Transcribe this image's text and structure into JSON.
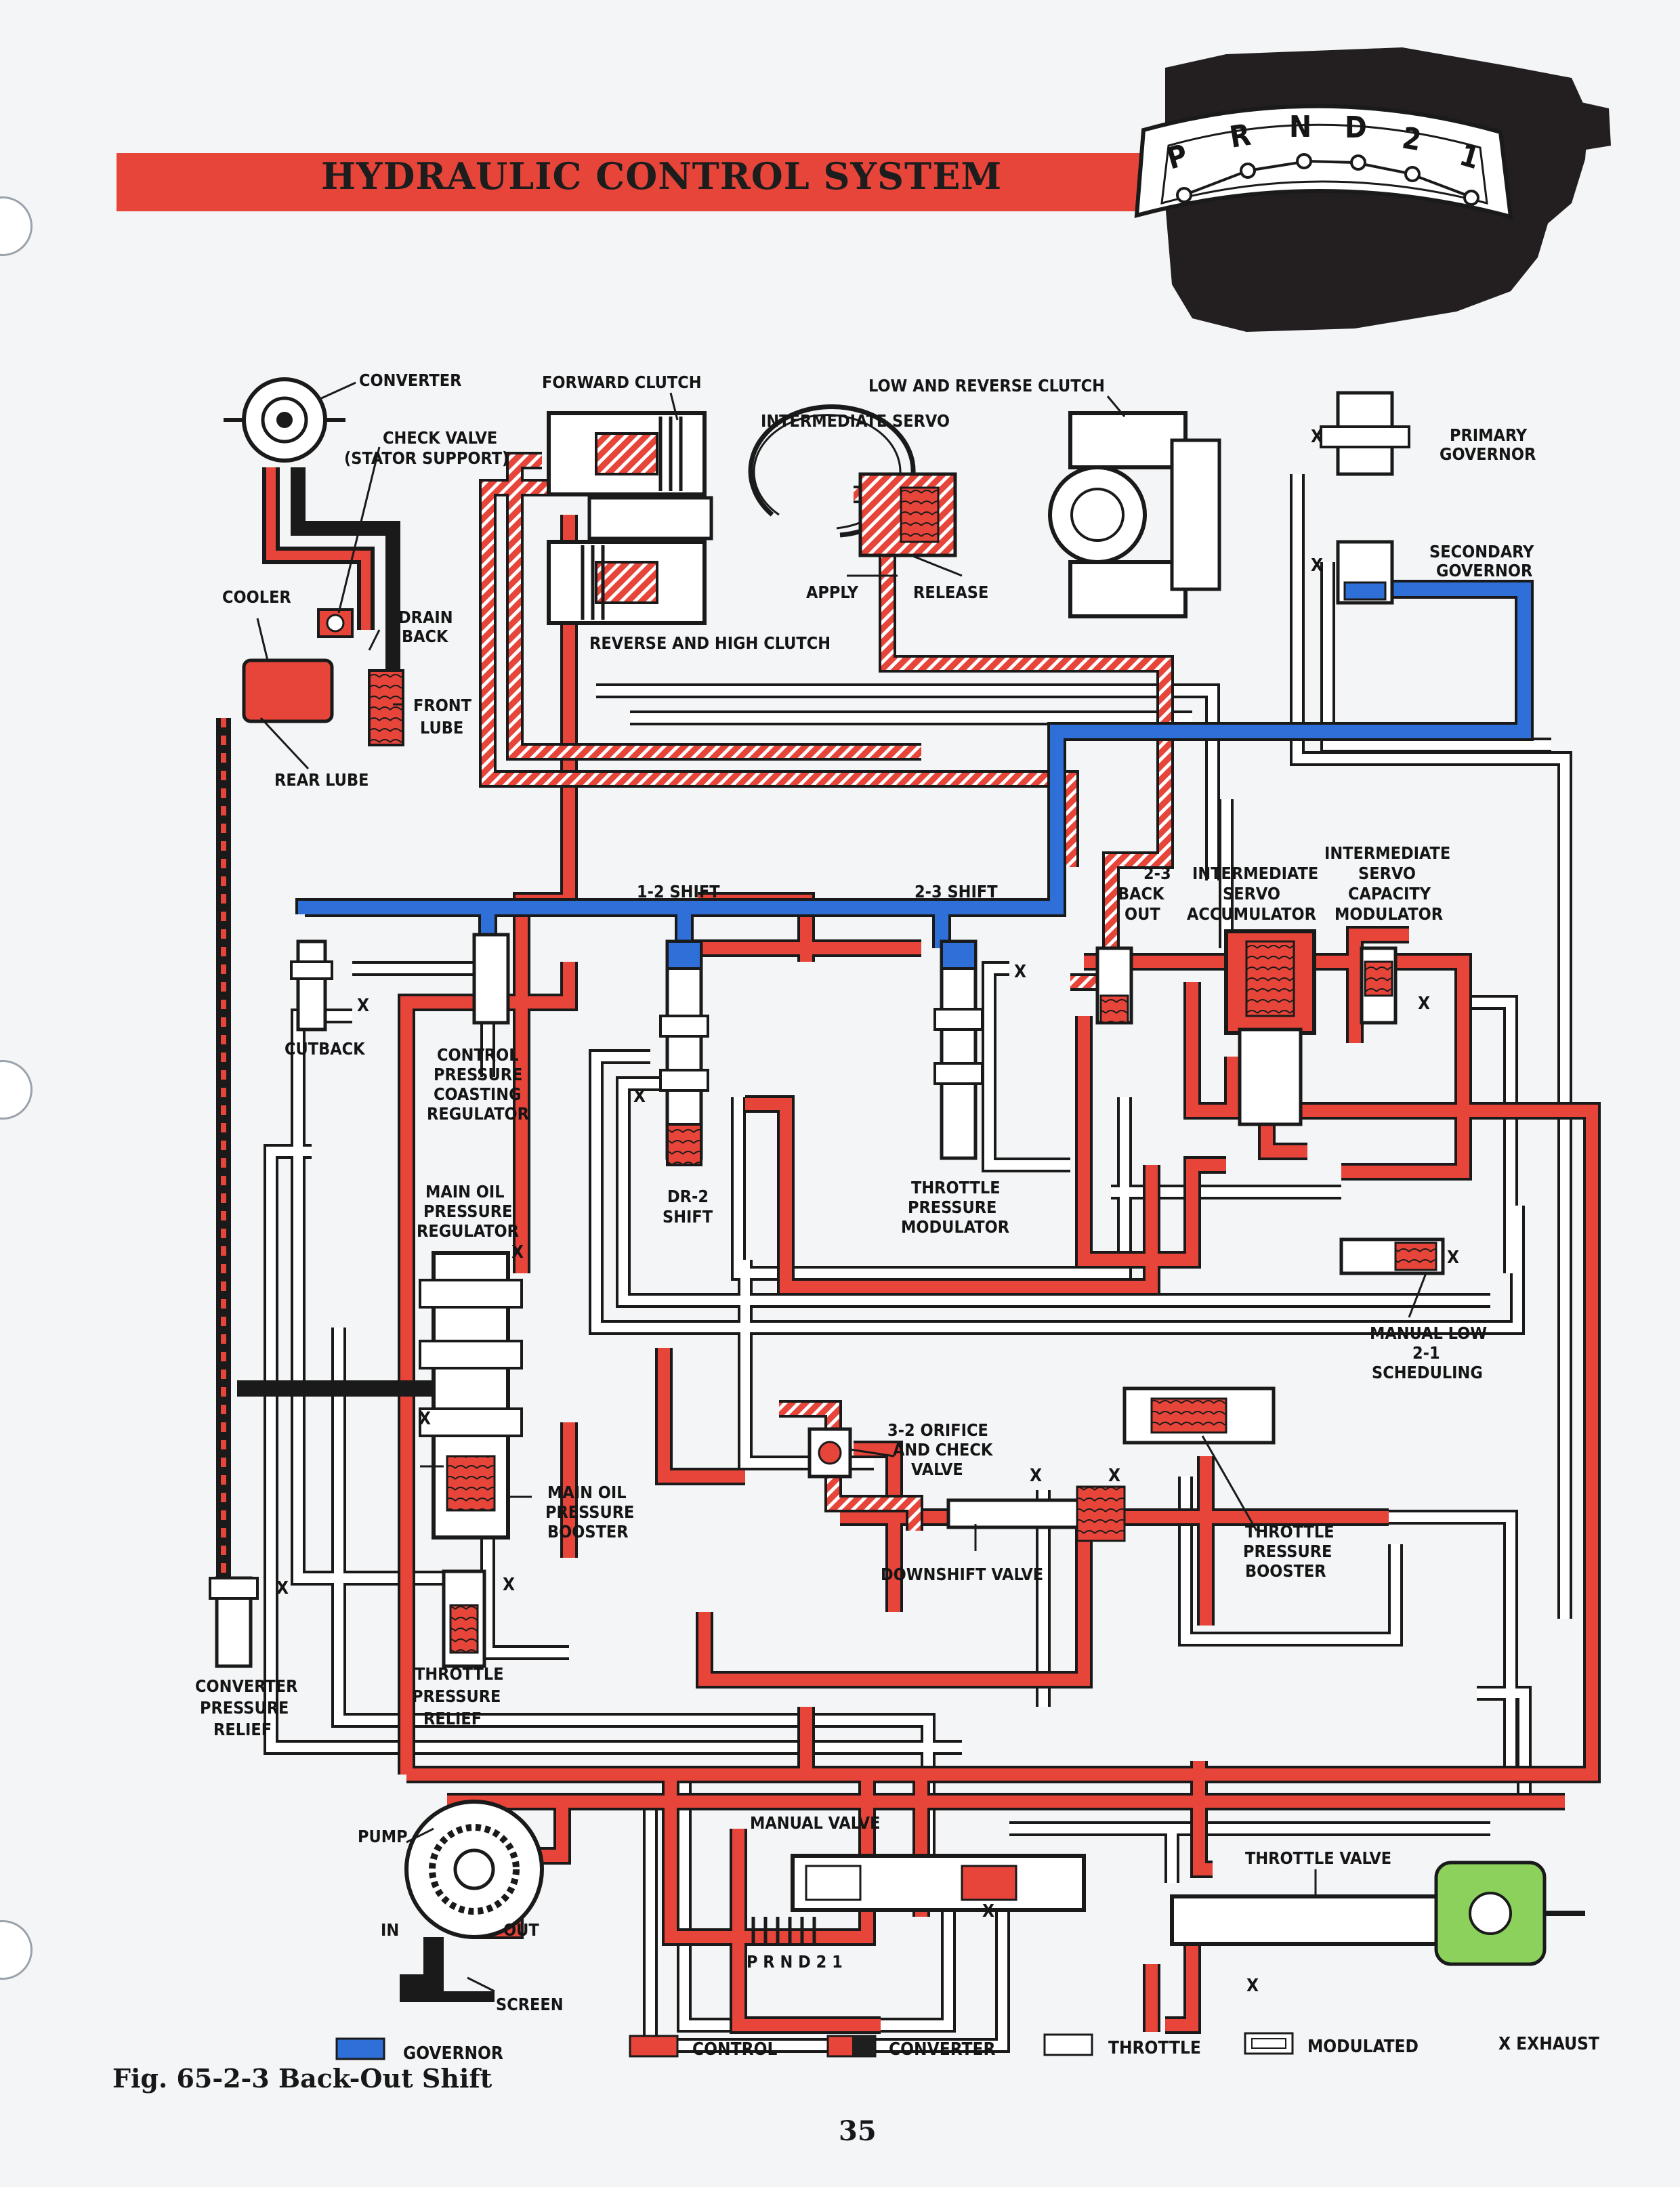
{
  "header": {
    "title": "HYDRAULIC CONTROL SYSTEM"
  },
  "selector_dial": {
    "positions": [
      "P",
      "R",
      "N",
      "D",
      "2",
      "1"
    ]
  },
  "labels": {
    "converter": "CONVERTER",
    "check_valve": [
      "CHECK VALVE",
      "(STATOR SUPPORT)"
    ],
    "cooler": "COOLER",
    "drain_back": [
      "DRAIN",
      "BACK"
    ],
    "front_lube": [
      "FRONT",
      "LUBE"
    ],
    "rear_lube": "REAR LUBE",
    "forward_clutch": "FORWARD CLUTCH",
    "intermediate_servo": "INTERMEDIATE SERVO",
    "apply": "APPLY",
    "release": "RELEASE",
    "reverse_high_clutch": "REVERSE AND HIGH CLUTCH",
    "low_reverse_clutch": "LOW AND REVERSE CLUTCH",
    "primary_governor": [
      "PRIMARY",
      "GOVERNOR"
    ],
    "secondary_governor": [
      "SECONDARY",
      "GOVERNOR"
    ],
    "shift_12": "1-2 SHIFT",
    "shift_23": "2-3 SHIFT",
    "back_out_23": [
      "2-3",
      "BACK",
      "OUT"
    ],
    "int_servo_accumulator": [
      "INTERMEDIATE",
      "SERVO",
      "ACCUMULATOR"
    ],
    "int_servo_capacity_modulator": [
      "INTERMEDIATE",
      "SERVO",
      "CAPACITY",
      "MODULATOR"
    ],
    "cutback": "CUTBACK",
    "control_pressure_coasting_regulator": [
      "CONTROL",
      "PRESSURE",
      "COASTING",
      "REGULATOR"
    ],
    "main_oil_pressure_regulator": [
      "MAIN OIL",
      "PRESSURE",
      "REGULATOR"
    ],
    "dr2_shift": [
      "DR-2",
      "SHIFT"
    ],
    "throttle_pressure_modulator": [
      "THROTTLE",
      "PRESSURE",
      "MODULATOR"
    ],
    "manual_low_21_scheduling": [
      "MANUAL LOW",
      "2-1",
      "SCHEDULING"
    ],
    "orifice_check_valve_32": [
      "3-2 ORIFICE",
      "AND CHECK",
      "VALVE"
    ],
    "main_oil_pressure_booster": [
      "MAIN OIL",
      "PRESSURE",
      "BOOSTER"
    ],
    "downshift_valve": "DOWNSHIFT VALVE",
    "throttle_pressure_booster": [
      "THROTTLE",
      "PRESSURE",
      "BOOSTER"
    ],
    "converter_pressure_relief": [
      "CONVERTER",
      "PRESSURE",
      "RELIEF"
    ],
    "throttle_pressure_relief": [
      "THROTTLE",
      "PRESSURE",
      "RELIEF"
    ],
    "manual_valve": "MANUAL VALVE",
    "manual_positions": "P R N D 2 1",
    "throttle_valve": "THROTTLE VALVE",
    "pump": "PUMP",
    "in": "IN",
    "out": "OUT",
    "screen": "SCREEN",
    "exhaust_mark": "X"
  },
  "legend": {
    "governor": "GOVERNOR",
    "control": "CONTROL",
    "converter": "CONVERTER",
    "throttle": "THROTTLE",
    "modulated": "MODULATED",
    "exhaust": "X EXHAUST"
  },
  "colors": {
    "governor": "#2f6fd8",
    "control": "#e8453a",
    "converter_dark": "#1f1f1f",
    "outline": "#1a1a1a",
    "page": "#f3f5f7"
  },
  "caption": "Fig. 65-2-3 Back-Out Shift",
  "page_number": "35"
}
